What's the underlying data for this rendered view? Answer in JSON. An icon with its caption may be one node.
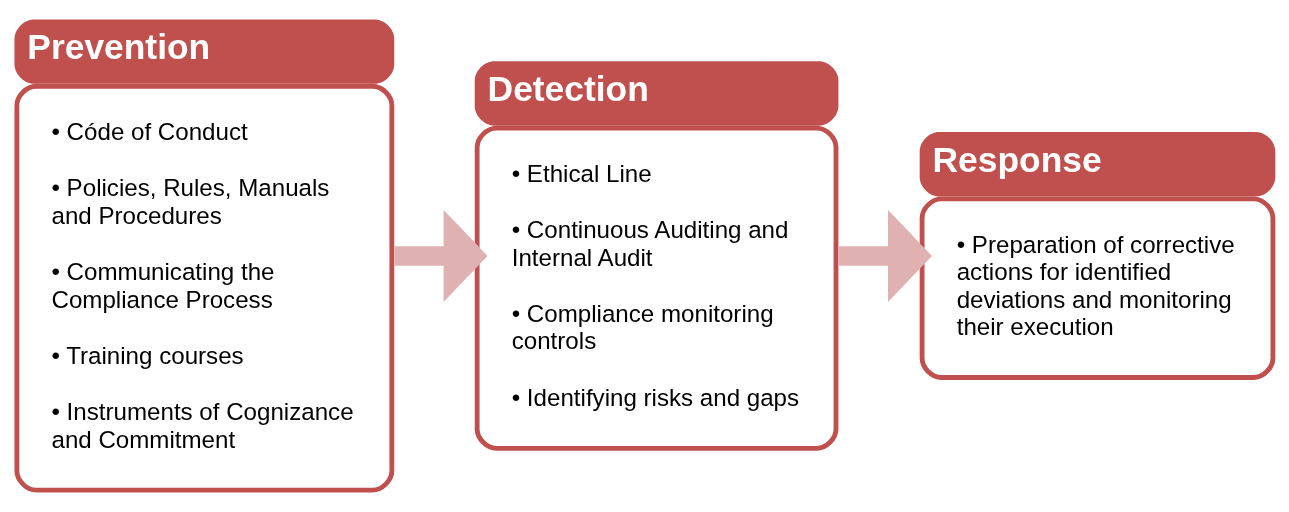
{
  "diagram": {
    "nodes": [
      {
        "text": [
          "Prevention",
          "• Códe of Conduct",
          "• Policies, Rules, Manuals and Procedures",
          "• Communicating the Compliance Process",
          "• Training courses",
          "• Instruments of Cognizance and Commitment"
        ]
      },
      {
        "text": [
          "Detection",
          "• Ethical Line",
          "• Continuous Auditing and Internal Audit",
          "• Compliance monitoring controls",
          "• Identifying risks and gaps"
        ]
      },
      {
        "text": [
          "Response",
          "• Preparation of corrective actions for identified deviations and monitoring their execution"
        ]
      }
    ],
    "edges": [
      {
        "from": 0,
        "to": 1,
        "arrow": "to"
      },
      {
        "from": 1,
        "to": 2,
        "arrow": "to"
      }
    ]
  }
}
